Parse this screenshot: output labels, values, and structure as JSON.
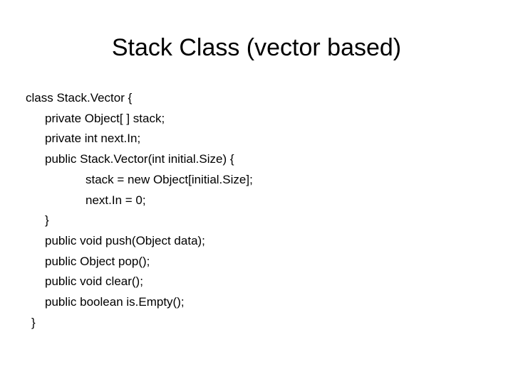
{
  "slide": {
    "title": "Stack Class (vector based)",
    "background_color": "#ffffff",
    "text_color": "#000000",
    "code_lines": [
      {
        "text": "class Stack.Vector {",
        "indent": 0
      },
      {
        "text": "private Object[ ] stack;",
        "indent": 1
      },
      {
        "text": "private int next.In;",
        "indent": 1
      },
      {
        "text": "public Stack.Vector(int initial.Size) {",
        "indent": 1
      },
      {
        "text": "stack = new Object[initial.Size];",
        "indent": 2
      },
      {
        "text": "next.In = 0;",
        "indent": 2
      },
      {
        "text": "}",
        "indent": 1
      },
      {
        "text": "public void push(Object data);",
        "indent": 1
      },
      {
        "text": "public Object pop();",
        "indent": 1
      },
      {
        "text": "public void clear();",
        "indent": 1
      },
      {
        "text": "public boolean is.Empty();",
        "indent": 1
      },
      {
        "text": "}",
        "indent": 0
      }
    ]
  }
}
